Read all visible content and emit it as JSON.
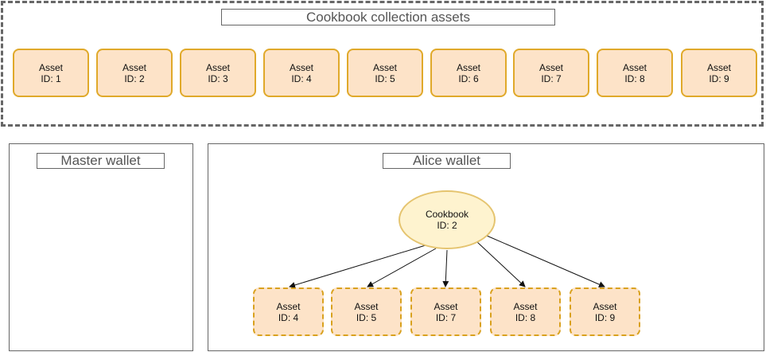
{
  "collection": {
    "title": "Cookbook collection assets",
    "assets": [
      {
        "label": "Asset",
        "id": "ID: 1"
      },
      {
        "label": "Asset",
        "id": "ID: 2"
      },
      {
        "label": "Asset",
        "id": "ID: 3"
      },
      {
        "label": "Asset",
        "id": "ID: 4"
      },
      {
        "label": "Asset",
        "id": "ID: 5"
      },
      {
        "label": "Asset",
        "id": "ID: 6"
      },
      {
        "label": "Asset",
        "id": "ID: 7"
      },
      {
        "label": "Asset",
        "id": "ID: 8"
      },
      {
        "label": "Asset",
        "id": "ID: 9"
      }
    ]
  },
  "master_wallet": {
    "title": "Master wallet"
  },
  "alice_wallet": {
    "title": "Alice wallet",
    "cookbook": {
      "label": "Cookbook",
      "id": "ID: 2"
    },
    "assets": [
      {
        "label": "Asset",
        "id": "ID: 4"
      },
      {
        "label": "Asset",
        "id": "ID: 5"
      },
      {
        "label": "Asset",
        "id": "ID: 7"
      },
      {
        "label": "Asset",
        "id": "ID: 8"
      },
      {
        "label": "Asset",
        "id": "ID: 9"
      }
    ]
  },
  "colors": {
    "asset_fill": "#fde3c8",
    "asset_border": "#e0a92a",
    "cookbook_fill": "#fef3cf",
    "cookbook_border": "#e5c46f",
    "frame": "#666666"
  }
}
